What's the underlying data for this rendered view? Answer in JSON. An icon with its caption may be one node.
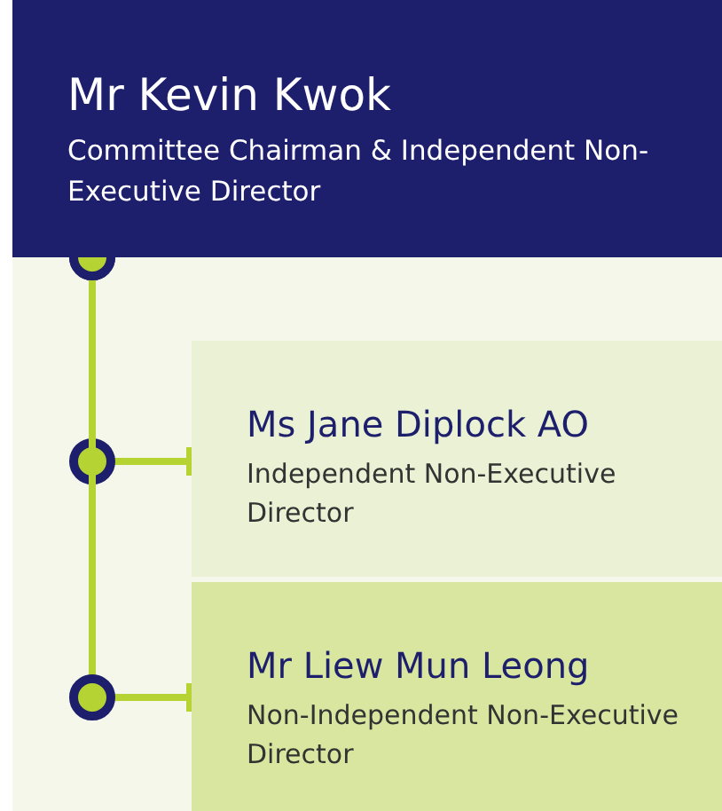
{
  "diagram": {
    "nodes": [
      {
        "text": [
          "Mr Kevin Kwok",
          "Committee Chairman & Independent Non-Executive Director"
        ]
      },
      {
        "text": [
          "Ms Jane Diplock AO",
          "Independent Non-Executive Director"
        ]
      },
      {
        "text": [
          "Mr Liew Mun Leong",
          "Non-Independent Non-Executive Director"
        ]
      }
    ],
    "edges": [
      {
        "from": 0,
        "to": 1,
        "arrow": "other"
      },
      {
        "from": 0,
        "to": 2,
        "arrow": "other"
      }
    ]
  }
}
